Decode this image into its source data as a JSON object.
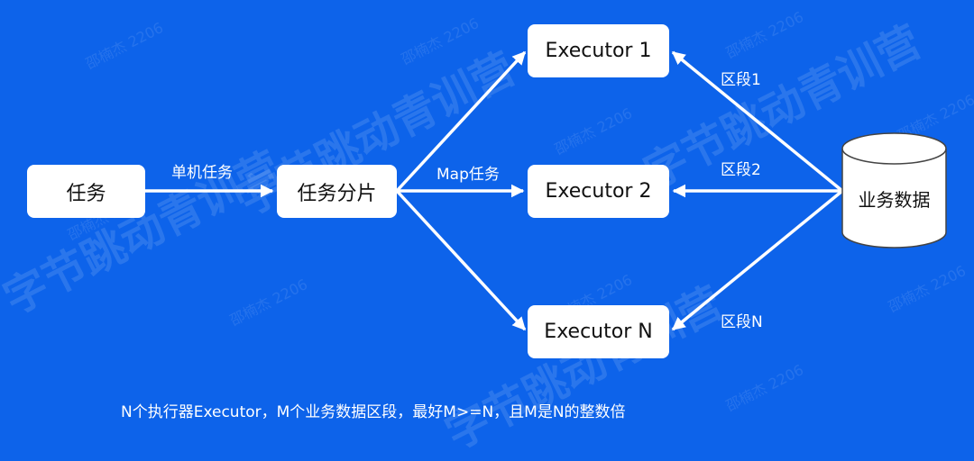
{
  "nodes": {
    "task": "任务",
    "split": "任务分片",
    "executor1": "Executor 1",
    "executor2": "Executor 2",
    "executorN": "Executor N",
    "database": "业务数据"
  },
  "edges": {
    "single_task": "单机任务",
    "map_task": "Map任务",
    "segment1": "区段1",
    "segment2": "区段2",
    "segmentN": "区段N"
  },
  "caption": "N个执行器Executor，M个业务数据区段，最好M>=N，且M是N的整数倍",
  "watermark": {
    "big": "字节跳动青训营",
    "small": "邵楠杰 2206"
  },
  "colors": {
    "background": "#0d63ea",
    "box": "#ffffff",
    "line": "#ffffff"
  }
}
